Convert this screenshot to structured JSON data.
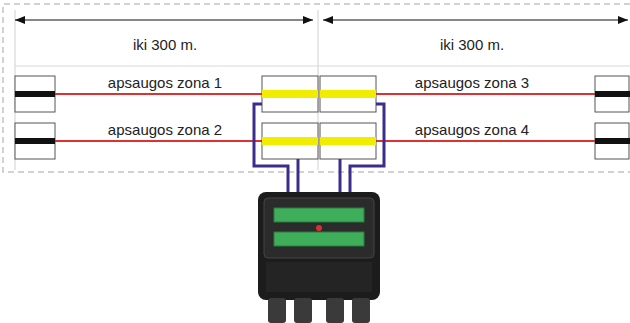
{
  "diagram": {
    "labels": [
      "iki 300 m.",
      "iki 300 m.",
      "apsaugos zona 1",
      "apsaugos zona 2",
      "apsaugos zona 3",
      "apsaugos zona 4"
    ]
  }
}
